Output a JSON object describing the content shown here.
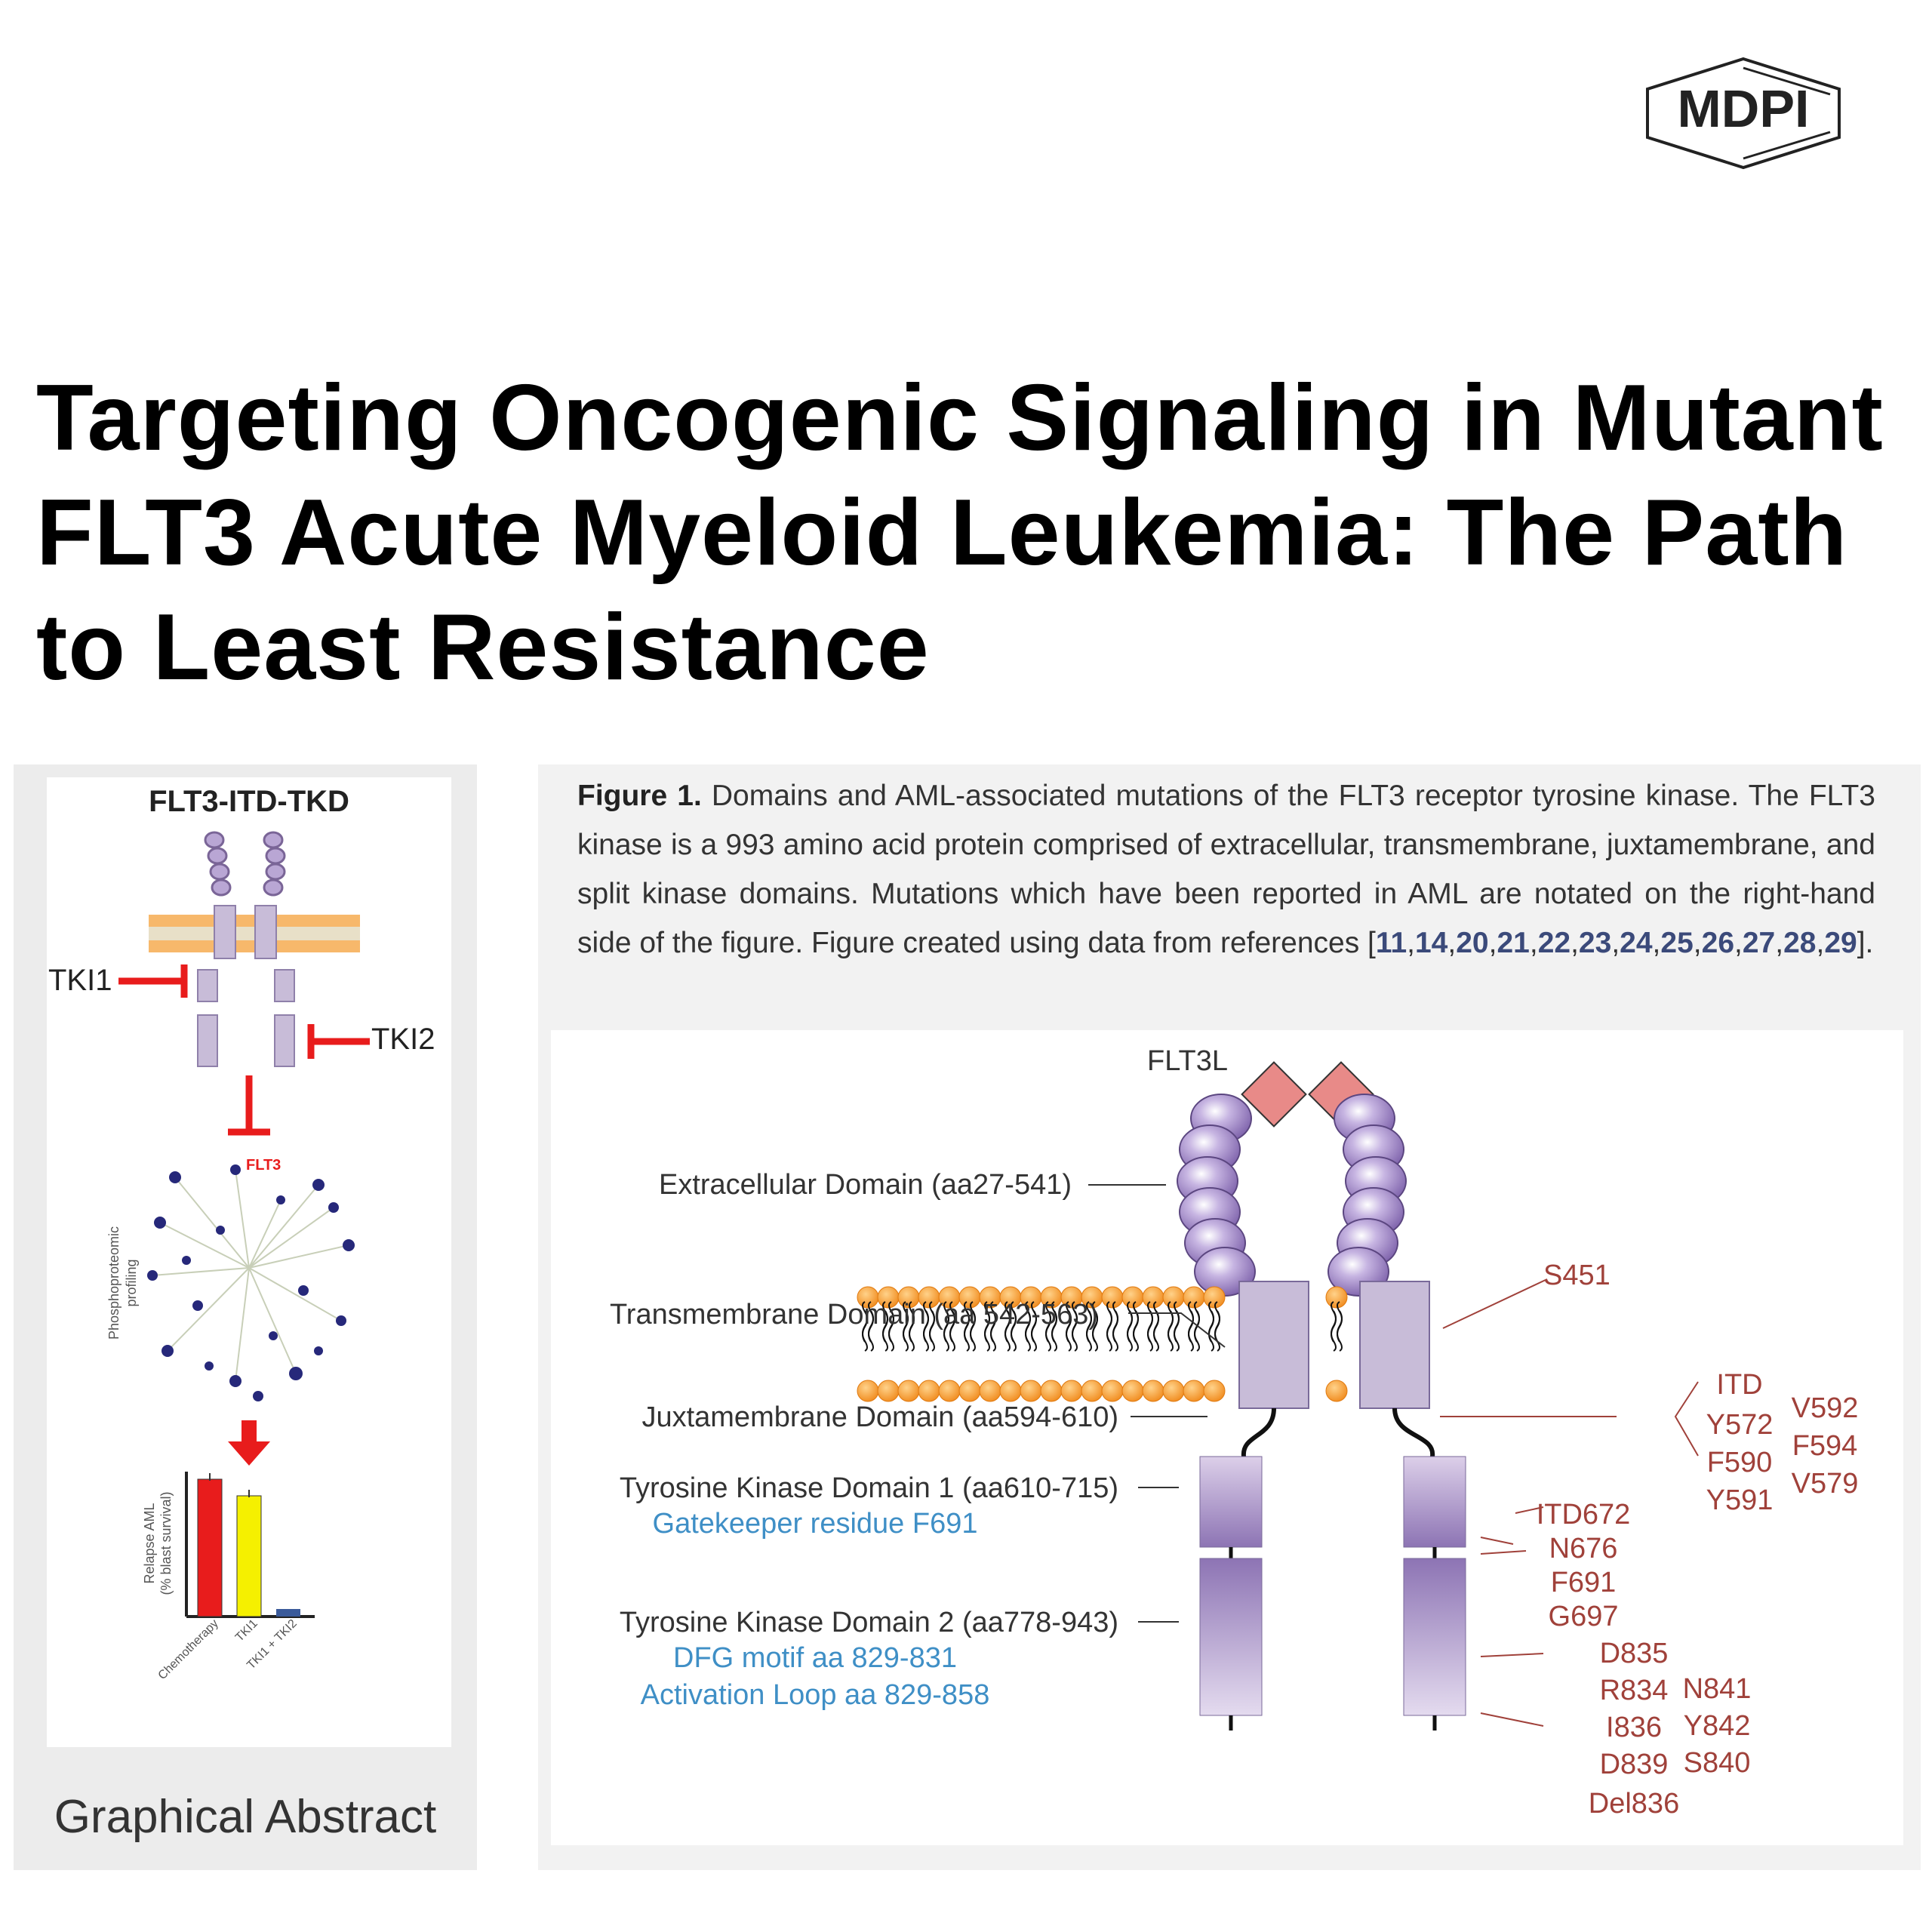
{
  "logo": {
    "text": "MDPI"
  },
  "article": {
    "title": "Targeting Oncogenic Signaling in Mutant FLT3 Acute Myeloid Leukemia: The Path to Least Resistance"
  },
  "graphical_abstract": {
    "heading": "FLT3-ITD-TKD",
    "tki1": "TKI1",
    "tki2": "TKI2",
    "flt3_tag": "FLT3",
    "side_label_line1": "Phosphoproteomic",
    "side_label_line2": "profiling",
    "bar_ylabel_line1": "Relapse AML",
    "bar_ylabel_line2": "(% blast survival)",
    "bar_categories": [
      "Chemotherapy",
      "TKI1",
      "TKI1 + TKI2"
    ],
    "bar_colors": [
      "#e81c1c",
      "#f5f000",
      "#3a5a9a"
    ],
    "label": "Graphical Abstract"
  },
  "figure": {
    "caption": {
      "label": "Figure 1.",
      "text": "Domains and AML-associated mutations of the FLT3 receptor tyrosine kinase. The FLT3 kinase is a 993 amino acid protein comprised of extracellular, transmembrane, juxtamembrane, and split kinase domains. Mutations which have been reported in AML are notated on the right-hand side of the figure. Figure created using data from references [",
      "refs": [
        "11",
        "14",
        "20",
        "21",
        "22",
        "23",
        "24",
        "25",
        "26",
        "27",
        "28",
        "29"
      ],
      "end": "]."
    },
    "ligand": "FLT3L",
    "domains": {
      "extracellular": "Extracellular Domain (aa27-541)",
      "transmembrane": "Transmembrane Domain (aa 542-563)",
      "juxtamembrane": "Juxtamembrane Domain (aa594-610)",
      "tkd1": "Tyrosine Kinase Domain 1 (aa610-715)",
      "tkd1_note": "Gatekeeper residue F691",
      "tkd2": "Tyrosine Kinase Domain 2 (aa778-943)",
      "tkd2_note1": "DFG motif aa 829-831",
      "tkd2_note2": "Activation Loop aa 829-858"
    },
    "mutations": {
      "extracellular": "S451",
      "jm_col1": [
        "ITD",
        "Y572",
        "F590",
        "Y591"
      ],
      "jm_col2": [
        "V592",
        "F594",
        "V579"
      ],
      "tkd1": [
        "ITD672",
        "N676",
        "F691",
        "G697"
      ],
      "tkd2_top": "D835",
      "tkd2_col1": [
        "R834",
        "I836",
        "D839"
      ],
      "tkd2_col2": [
        "N841",
        "Y842",
        "S840"
      ],
      "tkd2_bottom": "Del836"
    },
    "colors": {
      "mutation": "#a0413a",
      "note": "#3f8fc6",
      "lipid_head": "#f59a35",
      "domain": "#c8bcd8",
      "ligand": "#e88a88"
    }
  }
}
